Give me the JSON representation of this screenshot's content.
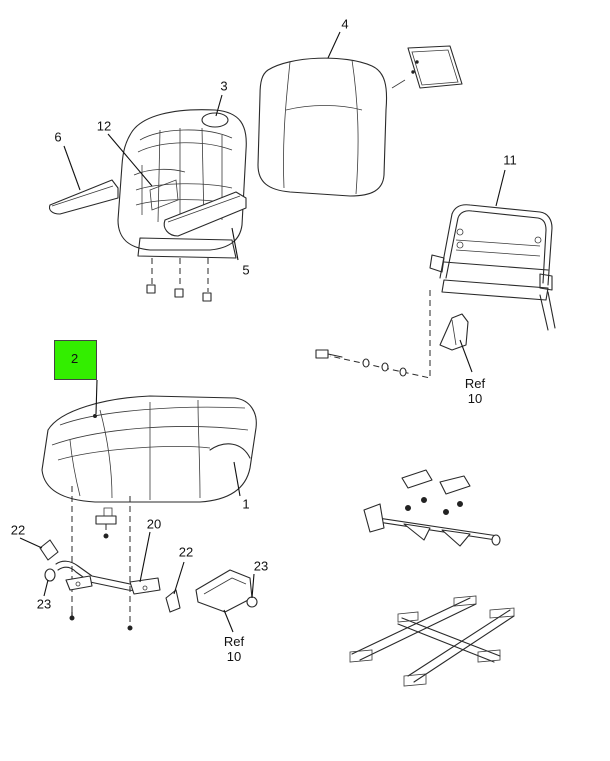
{
  "callouts": {
    "c1": "1",
    "c2": "2",
    "c3": "3",
    "c4": "4",
    "c5": "5",
    "c6": "6",
    "c11": "11",
    "c12": "12",
    "c20": "20",
    "c22a": "22",
    "c22b": "22",
    "c23a": "23",
    "c23b": "23"
  },
  "refs": {
    "ref_right": {
      "label": "Ref",
      "number": "10"
    },
    "ref_bottom": {
      "label": "Ref",
      "number": "10"
    }
  },
  "highlight": {
    "part": "2",
    "color": "#33ee00"
  }
}
